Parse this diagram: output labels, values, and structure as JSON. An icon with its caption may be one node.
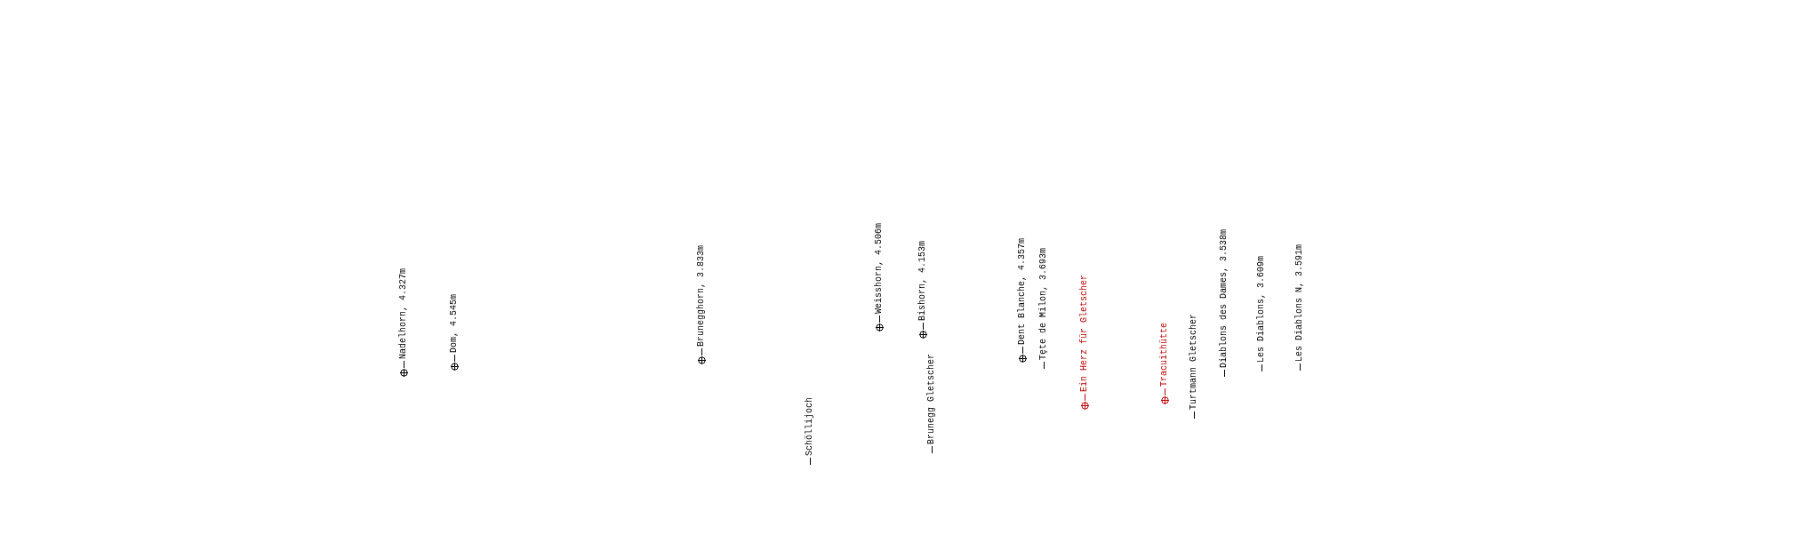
{
  "diagram": {
    "labels": [
      "Nadelhorn, 4.327m",
      "Dom, 4.545m",
      "Brunegghorn, 3.833m",
      "Schöllijoch",
      "Weisshorn, 4.506m",
      "Bishorn, 4.153m",
      "Brunegg Gletscher",
      "Dent Blanche, 4.357m",
      "Tęte de Milon, 3.693m",
      "Ein Herz für Gletscher",
      "Tracuithütte",
      "Turtmann Gletscher",
      "Diablons des Dames, 3.538m",
      "Les Diablons, 3.609m",
      "Les Diablons N, 3.591m"
    ]
  }
}
